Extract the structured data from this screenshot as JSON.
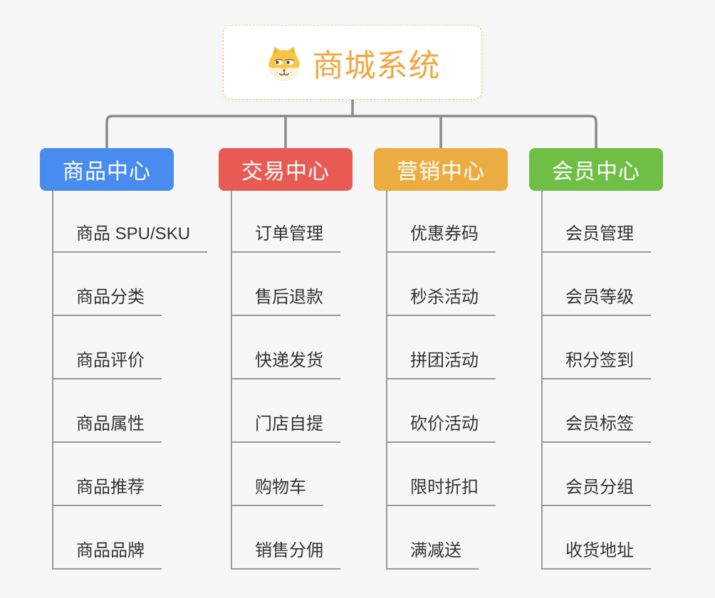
{
  "root": {
    "title": "商城系统",
    "icon": "dog-face-icon",
    "text_color": "#f1a742",
    "border_color": "#f2c37e"
  },
  "branches": [
    {
      "label": "商品中心",
      "color": "#498cef",
      "children": [
        "商品 SPU/SKU",
        "商品分类",
        "商品评价",
        "商品属性",
        "商品推荐",
        "商品品牌"
      ]
    },
    {
      "label": "交易中心",
      "color": "#e85b55",
      "children": [
        "订单管理",
        "售后退款",
        "快递发货",
        "门店自提",
        "购物车",
        "销售分佣"
      ]
    },
    {
      "label": "营销中心",
      "color": "#ebad42",
      "children": [
        "优惠券码",
        "秒杀活动",
        "拼团活动",
        "砍价活动",
        "限时折扣",
        "满减送"
      ]
    },
    {
      "label": "会员中心",
      "color": "#6fbe45",
      "children": [
        "会员管理",
        "会员等级",
        "积分签到",
        "会员标签",
        "会员分组",
        "收货地址"
      ]
    }
  ],
  "style": {
    "background": "#f7f7f7",
    "connector_color": "#8a8a8a",
    "branch_line_color": "#999999",
    "leaf_text_color": "#333333",
    "branch_text_color": "#ffffff"
  }
}
